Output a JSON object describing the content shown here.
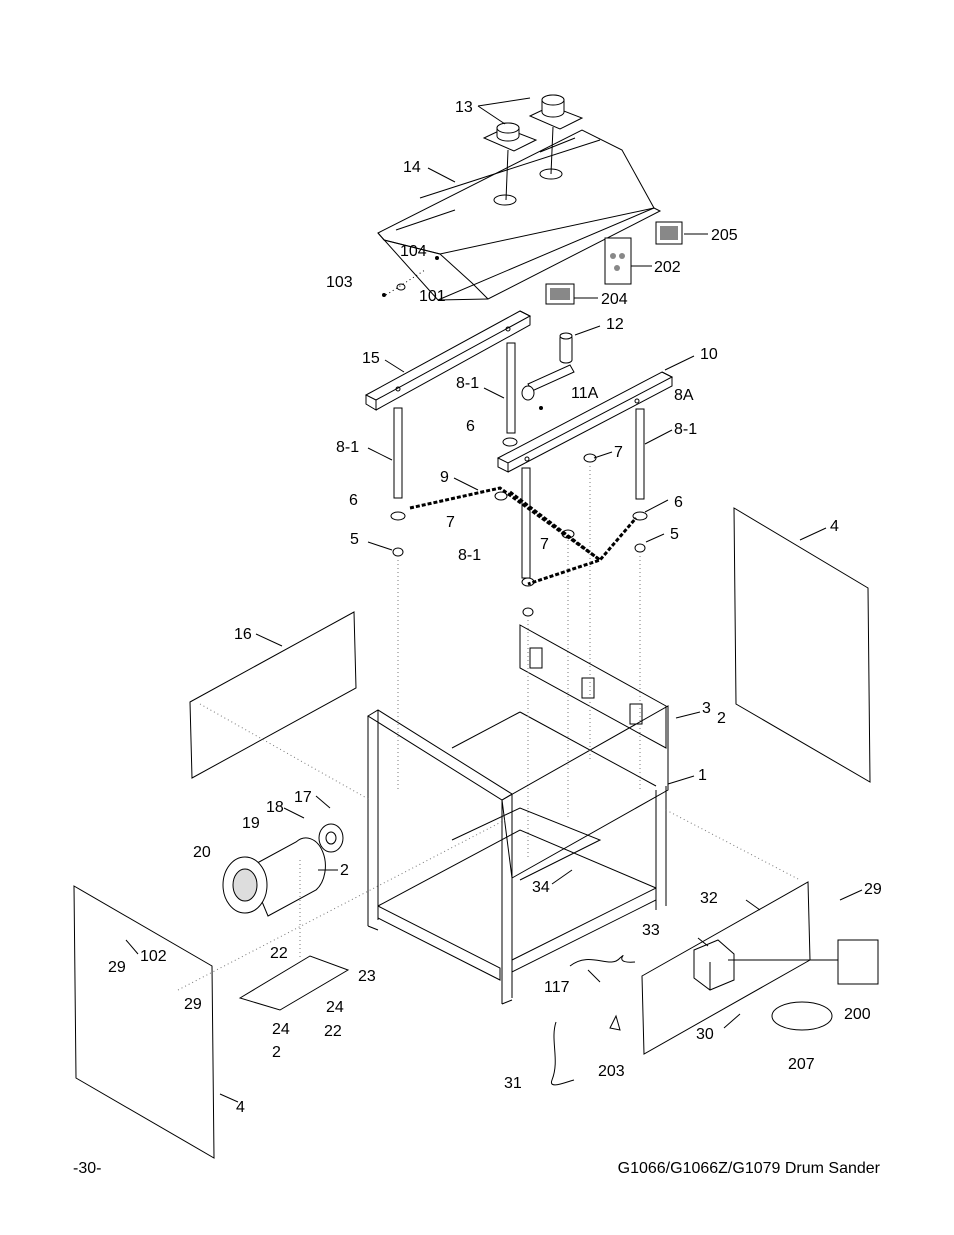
{
  "callouts": [
    {
      "label": "13"
    },
    {
      "label": "14"
    },
    {
      "label": "104"
    },
    {
      "label": "103"
    },
    {
      "label": "101"
    },
    {
      "label": "205"
    },
    {
      "label": "202"
    },
    {
      "label": "204"
    },
    {
      "label": "12"
    },
    {
      "label": "15"
    },
    {
      "label": "10"
    },
    {
      "label": "8-1"
    },
    {
      "label": "11A"
    },
    {
      "label": "8A"
    },
    {
      "label": "6"
    },
    {
      "label": "8-1"
    },
    {
      "label": "8-1"
    },
    {
      "label": "7"
    },
    {
      "label": "9"
    },
    {
      "label": "6"
    },
    {
      "label": "6"
    },
    {
      "label": "7"
    },
    {
      "label": "5"
    },
    {
      "label": "7"
    },
    {
      "label": "5"
    },
    {
      "label": "8-1"
    },
    {
      "label": "4"
    },
    {
      "label": "16"
    },
    {
      "label": "3"
    },
    {
      "label": "2"
    },
    {
      "label": "1"
    },
    {
      "label": "17"
    },
    {
      "label": "18"
    },
    {
      "label": "19"
    },
    {
      "label": "20"
    },
    {
      "label": "2"
    },
    {
      "label": "34"
    },
    {
      "label": "29"
    },
    {
      "label": "32"
    },
    {
      "label": "33"
    },
    {
      "label": "102"
    },
    {
      "label": "29"
    },
    {
      "label": "22"
    },
    {
      "label": "23"
    },
    {
      "label": "117"
    },
    {
      "label": "200"
    },
    {
      "label": "29"
    },
    {
      "label": "24"
    },
    {
      "label": "24"
    },
    {
      "label": "22"
    },
    {
      "label": "30"
    },
    {
      "label": "207"
    },
    {
      "label": "2"
    },
    {
      "label": "203"
    },
    {
      "label": "31"
    },
    {
      "label": "4"
    }
  ],
  "footer": {
    "page_number": "-30-",
    "manual_title": "G1066/G1066Z/G1079 Drum Sander"
  }
}
